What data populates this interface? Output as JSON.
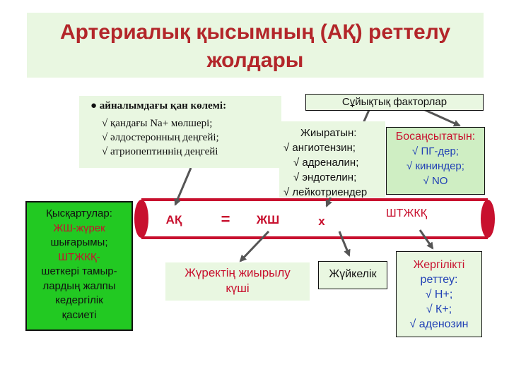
{
  "title": {
    "line1": "Артериалық қысымның (АҚ) реттелу",
    "line2": "жолдары"
  },
  "volume_box": {
    "heading": "● айналымдағы қан көлемі:",
    "items": [
      "√ қандағы Na+ мөлшері;",
      "√ әлдостеронның деңгейі;",
      "√ атриопептиннің деңгейі"
    ]
  },
  "humoral_box": {
    "label": "Сұйықтық факторлар"
  },
  "constrictors": {
    "heading": "Жиыратын:",
    "items": [
      "√ ангиотензин;",
      "√ адреналин;",
      "√ эндотелин;",
      "√ лейкотриендер"
    ]
  },
  "dilators": {
    "heading": "Босаңсытатын:",
    "items": [
      "√ ПГ-дер;",
      "√ кининдер;",
      "√ NO"
    ]
  },
  "abbrev_box": {
    "lines": [
      "Қысқартулар:",
      "ЖШ-жүрек",
      "шығарымы;",
      "ШТЖКҚ-",
      "шеткері тамыр-",
      "лардың жалпы",
      "кедергілік",
      "қасиеті"
    ]
  },
  "formula": {
    "ak": "АҚ",
    "eq": "=",
    "zhsh": "ЖШ",
    "x": "х",
    "shtzhkk": "ШТЖКҚ"
  },
  "heart_box": {
    "lines": [
      "Жүректің жиырылу",
      "күші"
    ]
  },
  "nerve_box": {
    "label": "Жүйкелік"
  },
  "local_box": {
    "lines": [
      "Жергілікті",
      "реттеу:",
      "√ Н+;",
      "√ К+;",
      "√ аденозин"
    ]
  },
  "colors": {
    "vessel": "#c8102e",
    "box_green": "#e9f7e1",
    "border_dark": "#1a1a1a",
    "dilator_bg": "#cfeec3"
  }
}
